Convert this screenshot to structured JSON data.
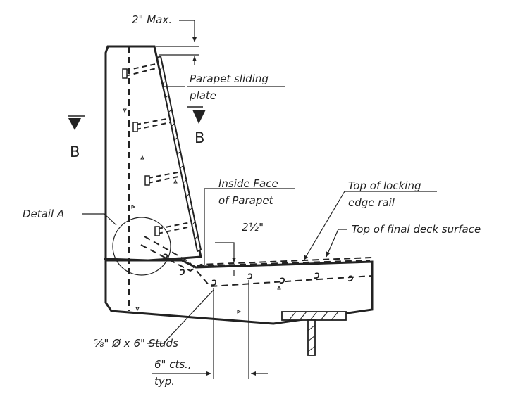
{
  "labels": {
    "max_2in": "2\" Max.",
    "sliding_plate_1": "Parapet sliding",
    "sliding_plate_2": "plate",
    "section_b_left": "B",
    "section_b_right": "B",
    "inside_face_1": "Inside Face",
    "inside_face_2": "of Parapet",
    "locking_rail_1": "Top of locking",
    "locking_rail_2": "edge rail",
    "final_deck": "Top of final deck surface",
    "detail_a": "Detail A",
    "dim_2half": "2½\"",
    "studs_fraction": "⅝\"",
    "studs_rest": " Ø x 6\" Studs",
    "cts_1": "6\" cts.,",
    "cts_2": "typ."
  },
  "colors": {
    "ink": "#222222",
    "fill": "#ffffff"
  }
}
